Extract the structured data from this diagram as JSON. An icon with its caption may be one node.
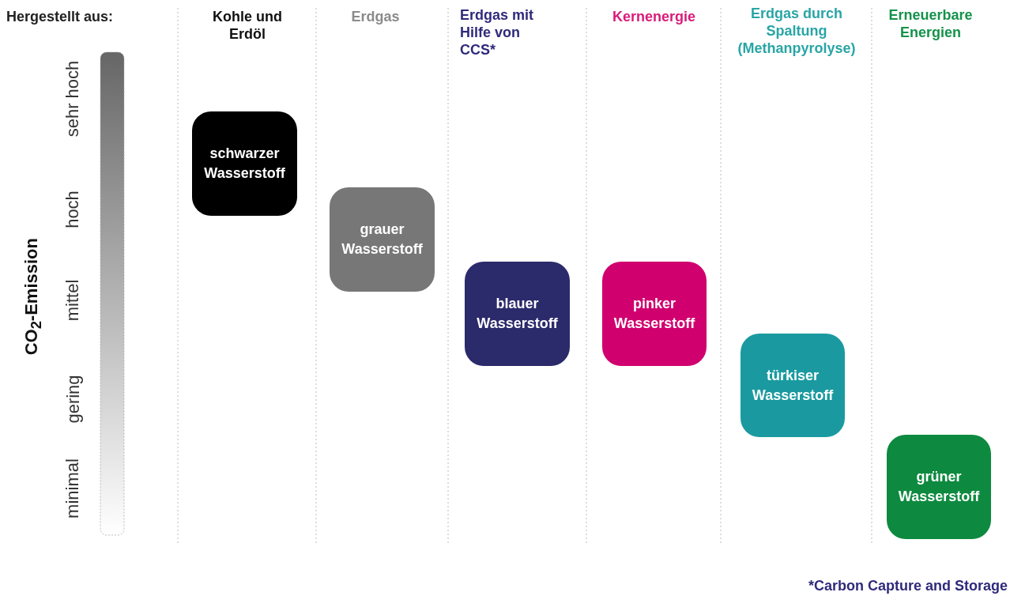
{
  "diagram": {
    "nodes": [
      {
        "text": [],
        "shape": "bar"
      },
      {
        "text": [
          "schwarzer Wasserstoff"
        ]
      },
      {
        "text": [
          "grauer Wasserstoff"
        ]
      },
      {
        "text": [
          "blauer Wasserstoff"
        ]
      },
      {
        "text": [
          "pinker Wasserstoff"
        ]
      },
      {
        "text": [
          "türkiser Wasserstoff"
        ]
      },
      {
        "text": [
          "grüner Wasserstoff"
        ]
      }
    ],
    "labels": [
      "Hergestellt aus:",
      "Kohle und Erdöl",
      "Erdgas",
      "Erdgas mit Hilfe von CCS*",
      "Kernenergie",
      "Erdgas durch Spaltung (Methanpyrolyse)",
      "Erneuerbare Energien",
      "CO$_{2}$-Emission",
      "sehr hoch",
      "hoch",
      "mittel",
      "gering",
      "minimal",
      "*Carbon Capture and Storage"
    ]
  }
}
